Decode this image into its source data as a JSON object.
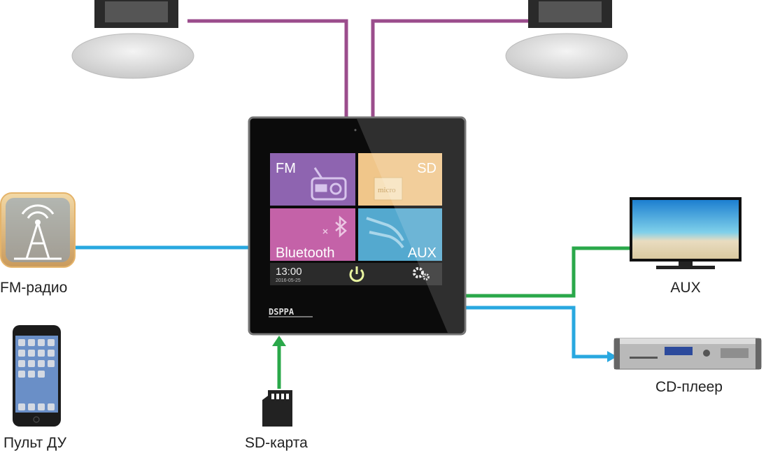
{
  "labels": {
    "fm_radio": "FM-радио",
    "remote": "Пульт ДУ",
    "sd_card": "SD-карта",
    "aux": "AUX",
    "cd_player": "CD-плеер"
  },
  "panel": {
    "brand": "DSPPA",
    "tiles": {
      "fm": "FM",
      "sd": "SD",
      "bluetooth": "Bluetooth",
      "aux": "AUX"
    },
    "time": "13:00",
    "date": "2016-05-25",
    "sd_card_text": "micro"
  },
  "colors": {
    "speaker_line": "#9b4d8c",
    "fm_line": "#29a8e0",
    "aux_line": "#2aa84a",
    "cd_line": "#29a8e0",
    "sd_line": "#2aa84a",
    "tile_fm": "#8e64b0",
    "tile_sd": "#f0c68a",
    "tile_bt": "#c462a8",
    "tile_aux": "#54a9cf"
  }
}
